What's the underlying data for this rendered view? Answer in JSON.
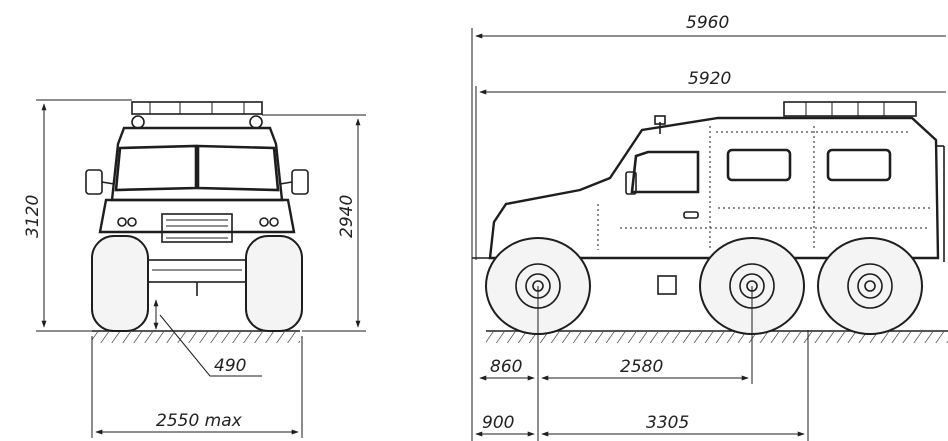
{
  "dimensions": {
    "height_total": "3120",
    "height_body": "2940",
    "ground_clearance": "490",
    "width_max": "2550 max",
    "length_total": "5960",
    "length_body": "5920",
    "front_overhang_upper": "860",
    "axle_front_to_mid": "2580",
    "front_overhang_lower": "900",
    "axle_front_to_rear": "3305"
  },
  "icons": {
    "front_view": "vehicle-front-view",
    "side_view": "vehicle-side-view"
  },
  "colors": {
    "line": "#1e1e1e",
    "text": "#222222",
    "background": "#ffffff"
  }
}
